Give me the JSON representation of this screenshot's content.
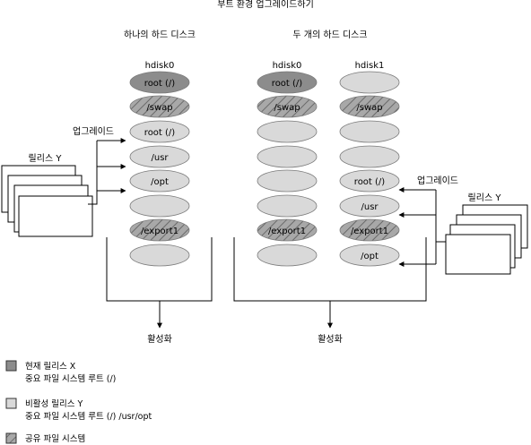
{
  "title": "부트 환경 업그레이드하기",
  "left_panel": {
    "heading": "하나의 하드 디스크",
    "disk_label": "hdisk0",
    "slices": [
      "root (/)",
      "/swap",
      "root (/)",
      "/usr",
      "/opt",
      "",
      "/export1",
      ""
    ],
    "upgrade_label": "업그레이드",
    "release_label": "릴리스 Y",
    "activate_label": "활성화"
  },
  "right_panel": {
    "heading": "두 개의 하드 디스크",
    "disk0_label": "hdisk0",
    "disk0_slices": [
      "root (/)",
      "/swap",
      "",
      "",
      "",
      "",
      "/export1",
      ""
    ],
    "disk1_label": "hdisk1",
    "disk1_slices": [
      "",
      "/swap",
      "",
      "",
      "root (/)",
      "/usr",
      "/export1",
      "/opt"
    ],
    "upgrade_label": "업그레이드",
    "release_label": "릴리스 Y",
    "activate_label": "활성화"
  },
  "legend": [
    {
      "line1": "현재 릴리스 X",
      "line2": "중요 파일 시스템 루트 (/)",
      "swatch": "dark",
      "color": "#8c8c8c"
    },
    {
      "line1": "비활성 릴리스 Y",
      "line2": "중요 파일 시스템 루트 (/) /usr/opt",
      "swatch": "light",
      "color": "#d9d9d9"
    },
    {
      "line1": "공유 파일 시스템",
      "line2": "",
      "swatch": "hatched",
      "color": "#a8a8a8"
    }
  ]
}
